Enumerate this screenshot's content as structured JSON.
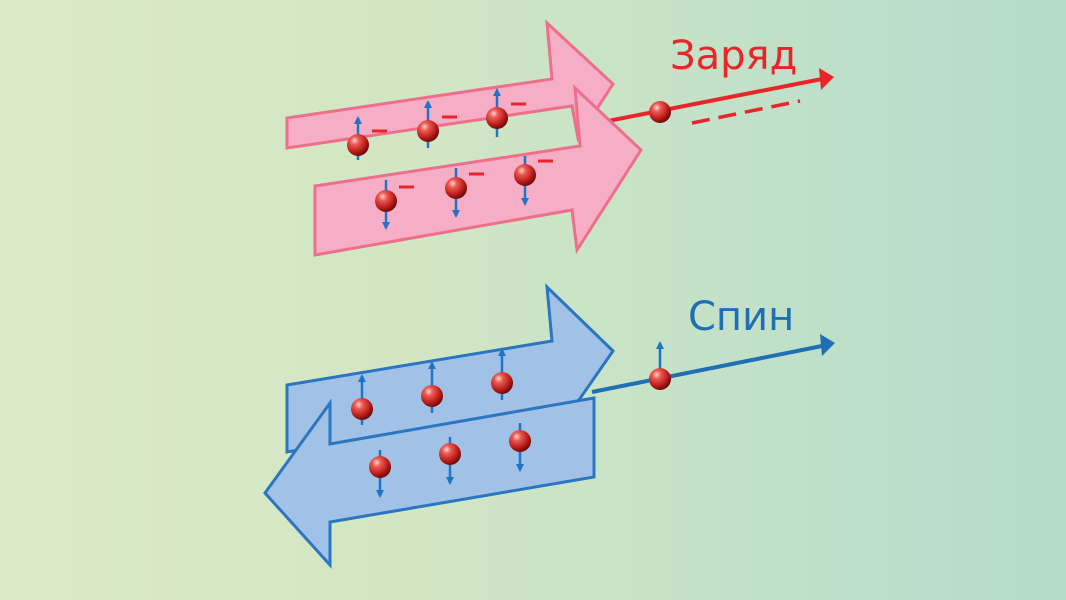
{
  "labels": {
    "charge": "Заряд",
    "spin": "Спин"
  },
  "colors": {
    "charge_accent": "#e8262a",
    "spin_accent": "#1f6fb5",
    "pink_fill": "#f5aec6",
    "pink_stroke": "#ee6f8c",
    "blue_fill": "#a2c1e6",
    "blue_stroke": "#2a76c1",
    "electron": "#c8221e",
    "spin_arrow": "#1f74c4"
  },
  "icons": {
    "electron": "red-sphere",
    "spin_up": "arrow-up",
    "spin_down": "arrow-down",
    "charge_sign": "minus"
  }
}
